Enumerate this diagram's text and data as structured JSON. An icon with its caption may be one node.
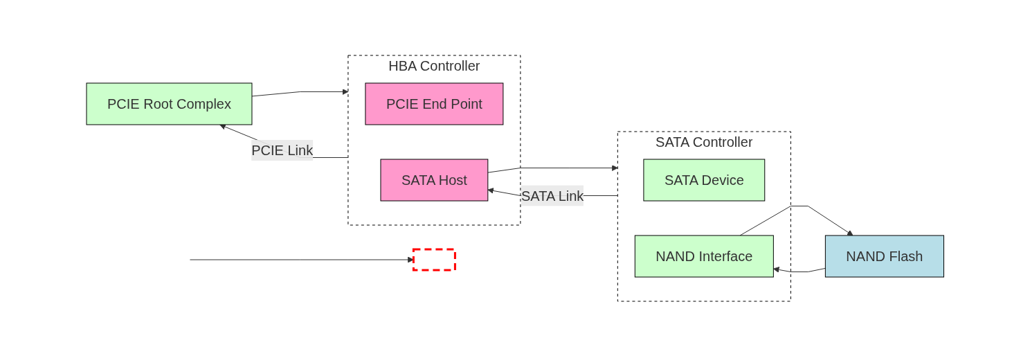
{
  "diagram": {
    "nodes": [
      {
        "text": [
          "PCIE Root Complex"
        ]
      },
      {
        "text": [
          "HBA Controller"
        ]
      },
      {
        "text": [
          "PCIE End Point"
        ],
        "in": 1
      },
      {
        "text": [
          "SATA Host"
        ],
        "in": 1
      },
      {
        "text": [
          "SATA Controller"
        ]
      },
      {
        "text": [
          "SATA Device"
        ],
        "in": 4
      },
      {
        "text": [
          "NAND Interface"
        ],
        "in": 4
      },
      {
        "text": [
          "NAND Flash"
        ]
      },
      {
        "text": [],
        "shape": "box"
      }
    ],
    "edges": [
      {
        "from": 0,
        "to": 1,
        "arrow": "to"
      },
      {
        "from": 1,
        "to": 0,
        "arrow": "to",
        "label": "PCIE Link"
      },
      {
        "from": 3,
        "to": 4,
        "arrow": "to"
      },
      {
        "from": 4,
        "to": 3,
        "arrow": "to",
        "label": "SATA Link"
      },
      {
        "from": 6,
        "to": 7,
        "arrow": "to"
      },
      {
        "from": 7,
        "to": 6,
        "arrow": "to"
      },
      {
        "from": null,
        "to": 8,
        "arrow": "to"
      }
    ]
  }
}
